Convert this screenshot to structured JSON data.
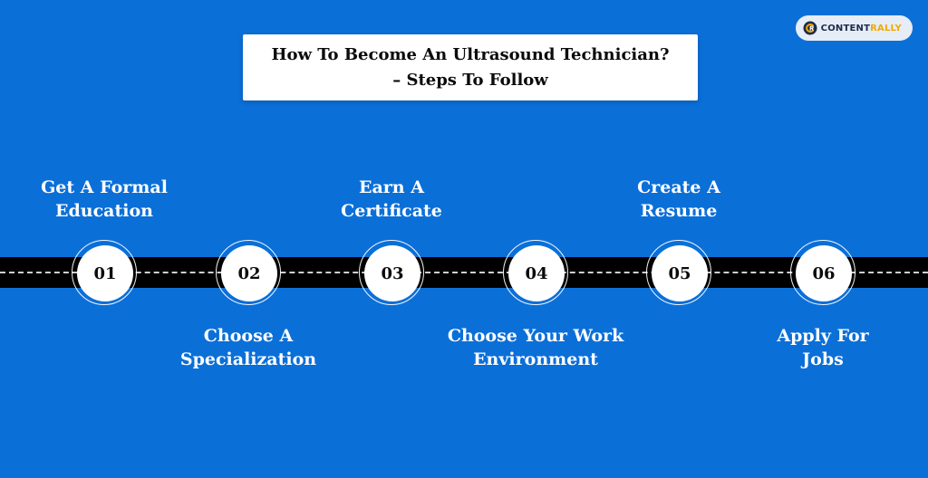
{
  "title": {
    "line1": "How To Become An Ultrasound Technician?",
    "line2": "– Steps To Follow"
  },
  "brand": {
    "name_main": "CONTENT",
    "name_accent": "RALLY",
    "logo_icon": "contentrally-logo-icon",
    "accent_color": "#f2a900"
  },
  "colors": {
    "background": "#0b6fd8",
    "road": "#000000",
    "road_dash": "#cfcfcf",
    "node": "#ffffff"
  },
  "steps": [
    {
      "number": "01",
      "label_line1": "Get A Formal",
      "label_line2": "Education"
    },
    {
      "number": "02",
      "label_line1": "Choose A",
      "label_line2": "Specialization"
    },
    {
      "number": "03",
      "label_line1": "Earn A",
      "label_line2": "Certificate"
    },
    {
      "number": "04",
      "label_line1": "Choose Your Work",
      "label_line2": "Environment"
    },
    {
      "number": "05",
      "label_line1": "Create A",
      "label_line2": "Resume"
    },
    {
      "number": "06",
      "label_line1": "Apply For",
      "label_line2": "Jobs"
    }
  ]
}
